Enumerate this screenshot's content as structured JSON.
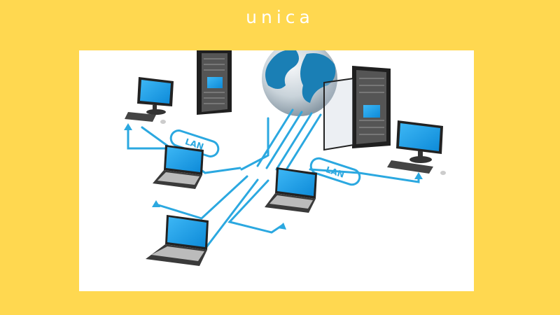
{
  "brand": {
    "logo_text": "unica",
    "background_color": "#FFD850",
    "text_color": "#FFFFFF"
  },
  "illustration": {
    "subject": "LAN network diagram",
    "labels": [
      "LAN",
      "LAN"
    ],
    "colors": {
      "link": "#2BA8E0",
      "screen": "#1A9BE6",
      "device": "#2A2A2A",
      "globe": "#1A7FB5"
    },
    "devices": [
      "desktop-computer",
      "server-rack",
      "globe",
      "server-rack",
      "desktop-computer",
      "laptop",
      "laptop",
      "laptop"
    ]
  }
}
